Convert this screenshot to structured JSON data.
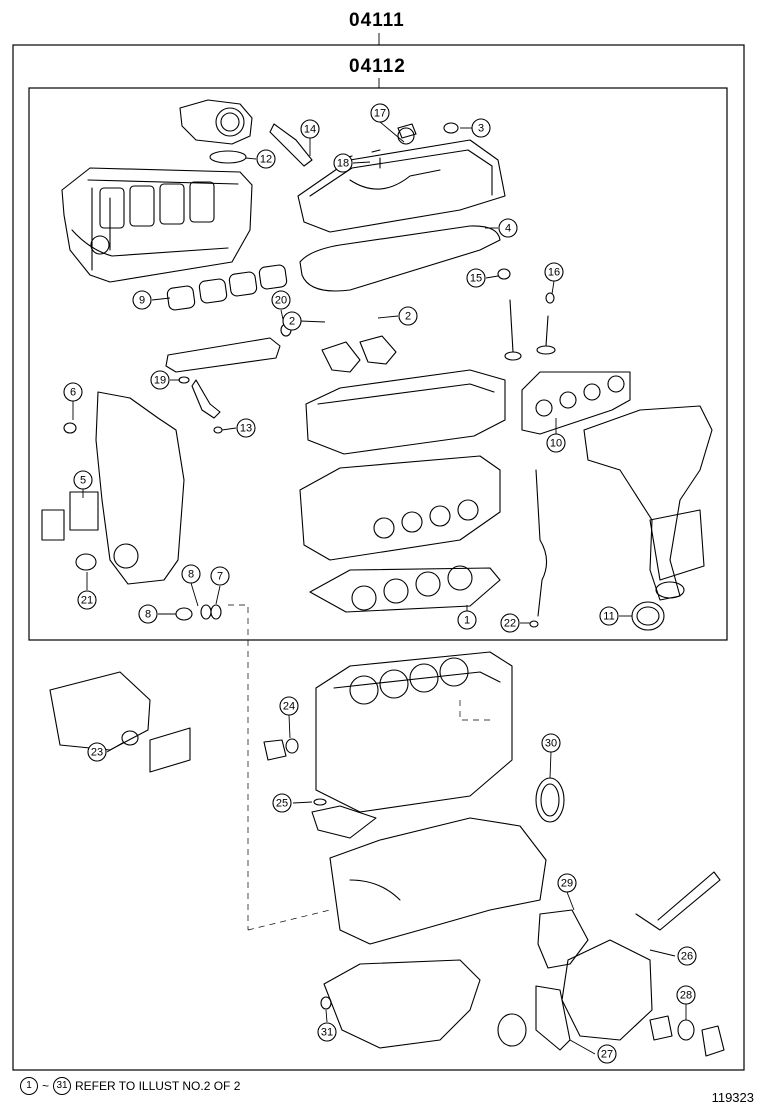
{
  "header": {
    "outer_code": "04111",
    "inner_code": "04112"
  },
  "callouts": [
    {
      "n": "1"
    },
    {
      "n": "2"
    },
    {
      "n": "2"
    },
    {
      "n": "3"
    },
    {
      "n": "4"
    },
    {
      "n": "5"
    },
    {
      "n": "6"
    },
    {
      "n": "7"
    },
    {
      "n": "8"
    },
    {
      "n": "8"
    },
    {
      "n": "9"
    },
    {
      "n": "10"
    },
    {
      "n": "11"
    },
    {
      "n": "12"
    },
    {
      "n": "13"
    },
    {
      "n": "14"
    },
    {
      "n": "15"
    },
    {
      "n": "16"
    },
    {
      "n": "17"
    },
    {
      "n": "18"
    },
    {
      "n": "19"
    },
    {
      "n": "20"
    },
    {
      "n": "21"
    },
    {
      "n": "22"
    },
    {
      "n": "23"
    },
    {
      "n": "24"
    },
    {
      "n": "25"
    },
    {
      "n": "26"
    },
    {
      "n": "27"
    },
    {
      "n": "28"
    },
    {
      "n": "29"
    },
    {
      "n": "30"
    },
    {
      "n": "31"
    }
  ],
  "footer": {
    "range_start": "1",
    "range_sep": "~",
    "range_end": "31",
    "note": "REFER TO ILLUST NO.2 OF 2",
    "diagram_id": "119323"
  }
}
